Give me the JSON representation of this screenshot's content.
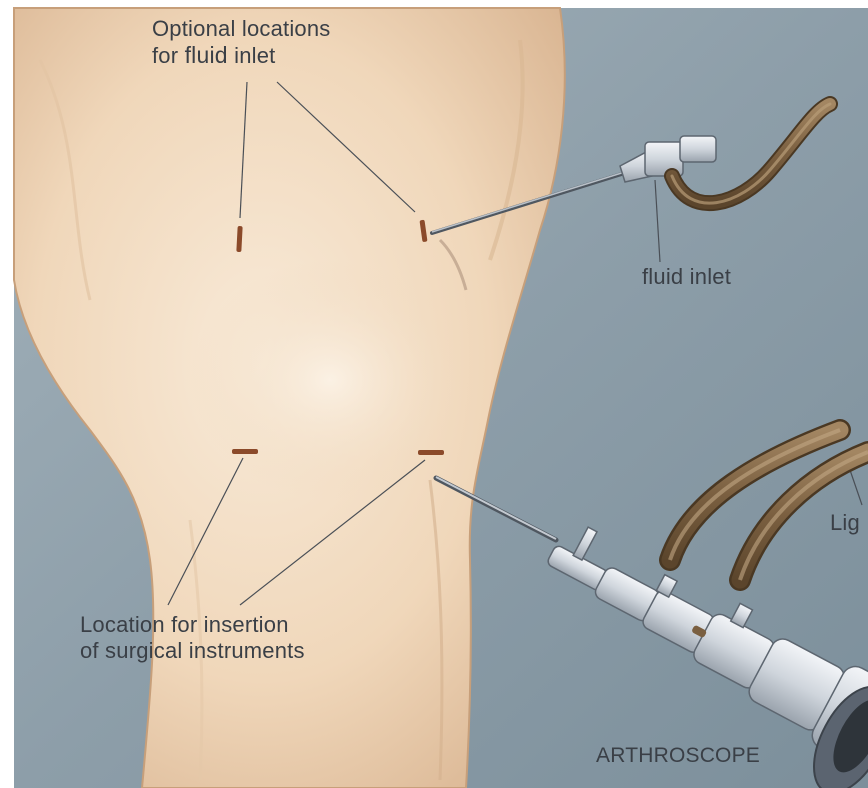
{
  "labels": {
    "optional_line1": "Optional locations",
    "optional_for": "for",
    "optional_fluid": "fluid",
    "optional_inlet": "inlet",
    "fluid_inlet": "fluid inlet",
    "insertion_line1": "Location for insertion",
    "insertion_line2": "of surgical instruments",
    "arthroscope": "ARTHROSCOPE",
    "light_cut": "Lig"
  },
  "colors": {
    "background": "#8a9ca7",
    "skin": "#f2dcc2",
    "skin_shadow": "#d9b898",
    "incision": "#8b4a2a",
    "tube": "#8a6d4a",
    "metal": "#d9dde3",
    "label_text": "#3a3f46"
  }
}
